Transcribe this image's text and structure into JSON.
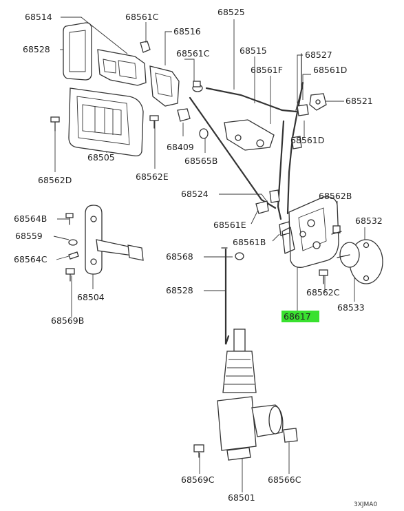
{
  "diagram": {
    "highlight_color": "#39e12f",
    "code": "3XJMA0",
    "labels": {
      "p68514": "68514",
      "p68528_top": "68528",
      "p68561C_a": "68561C",
      "p68516": "68516",
      "p68525": "68525",
      "p68561C_b": "68561C",
      "p68515": "68515",
      "p68527": "68527",
      "p68561F": "68561F",
      "p68561D_a": "68561D",
      "p68521": "68521",
      "p68505": "68505",
      "p68409": "68409",
      "p68561D_b": "68561D",
      "p68562D": "68562D",
      "p68562E": "68562E",
      "p68565B": "68565B",
      "p68524": "68524",
      "p68562B": "68562B",
      "p68532": "68532",
      "p68564B": "68564B",
      "p68561E": "68561E",
      "p68559": "68559",
      "p68561B": "68561B",
      "p68564C": "68564C",
      "p68568": "68568",
      "p68504": "68504",
      "p68528_mid": "68528",
      "p68562C": "68562C",
      "p68533": "68533",
      "p68569B": "68569B",
      "p68617": "68617",
      "p68569C": "68569C",
      "p68566C": "68566C",
      "p68501": "68501"
    }
  }
}
